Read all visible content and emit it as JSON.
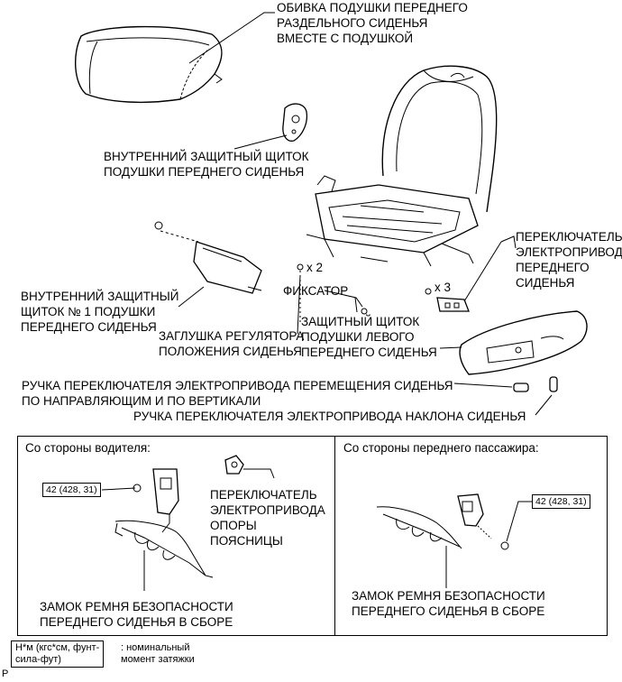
{
  "labels": {
    "cover": [
      "ОБИВКА ПОДУШКИ ПЕРЕДНЕГО",
      "РАЗДЕЛЬНОГО СИДЕНЬЯ",
      "ВМЕСТЕ С ПОДУШКОЙ"
    ],
    "inner_shield": [
      "ВНУТРЕННИЙ ЗАЩИТНЫЙ ЩИТОК",
      "ПОДУШКИ ПЕРЕДНЕГО СИДЕНЬЯ"
    ],
    "inner_shield_1": [
      "ВНУТРЕННИЙ ЗАЩИТНЫЙ",
      "ЩИТОК № 1 ПОДУШКИ",
      "ПЕРЕДНЕГО СИДЕНЬЯ"
    ],
    "plug": [
      "ЗАГЛУШКА РЕГУЛЯТОРА",
      "ПОЛОЖЕНИЯ СИДЕНЬЯ"
    ],
    "retainer": "ФИКСАТОР",
    "left_shield": [
      "ЗАЩИТНЫЙ ЩИТОК",
      "ПОДУШКИ ЛЕВОГО",
      "ПЕРЕДНЕГО СИДЕНЬЯ"
    ],
    "power_switch": [
      "ПЕРЕКЛЮЧАТЕЛЬ",
      "ЭЛЕКТРОПРИВОДА",
      "ПЕРЕДНЕГО",
      "СИДЕНЬЯ"
    ],
    "slide_knob": [
      "РУЧКА ПЕРЕКЛЮЧАТЕЛЯ ЭЛЕКТРОПРИВОДА ПЕРЕМЕЩЕНИЯ СИДЕНЬЯ",
      "ПО НАПРАВЛЯЮЩИМ И ПО ВЕРТИКАЛИ"
    ],
    "recline_knob": "РУЧКА ПЕРЕКЛЮЧАТЕЛЯ ЭЛЕКТРОПРИВОДА НАКЛОНА СИДЕНЬЯ",
    "qty_x2": "x 2",
    "qty_x3": "x 3"
  },
  "driver_panel": {
    "title": "Со стороны водителя:",
    "torque": "42 (428, 31)",
    "lumbar_switch": [
      "ПЕРЕКЛЮЧАТЕЛЬ",
      "ЭЛЕКТРОПРИВОДА",
      "ОПОРЫ",
      "ПОЯСНИЦЫ"
    ],
    "buckle": [
      "ЗАМОК РЕМНЯ БЕЗОПАСНОСТИ",
      "ПЕРЕДНЕГО СИДЕНЬЯ В СБОРЕ"
    ]
  },
  "passenger_panel": {
    "title": "Со стороны переднего пассажира:",
    "torque": "42 (428, 31)",
    "buckle": [
      "ЗАМОК РЕМНЯ БЕЗОПАСНОСТИ",
      "ПЕРЕДНЕГО СИДЕНЬЯ В СБОРЕ"
    ]
  },
  "legend": {
    "unit": [
      "Н*м (кгс*см, фунт-",
      "сила-фут)"
    ],
    "meaning": [
      ": номинальный",
      "момент затяжки"
    ]
  },
  "corner_code": "P"
}
